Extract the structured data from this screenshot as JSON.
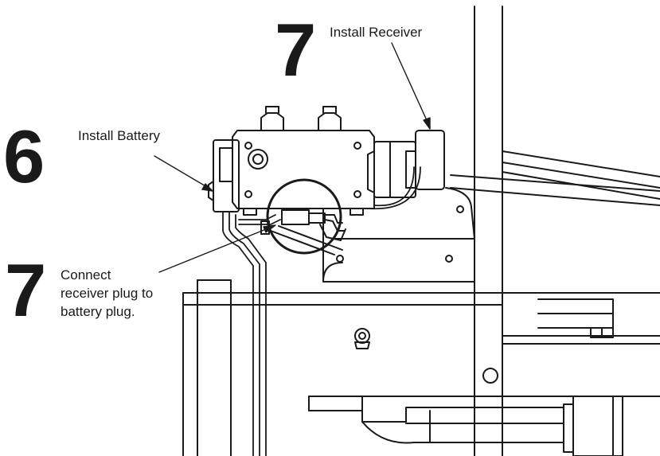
{
  "callouts": [
    {
      "step": "7",
      "text": "Install Receiver"
    },
    {
      "step": "6",
      "text": "Install Battery"
    },
    {
      "step": "7",
      "lines": [
        "Connect",
        "receiver plug to",
        "battery plug."
      ]
    }
  ]
}
